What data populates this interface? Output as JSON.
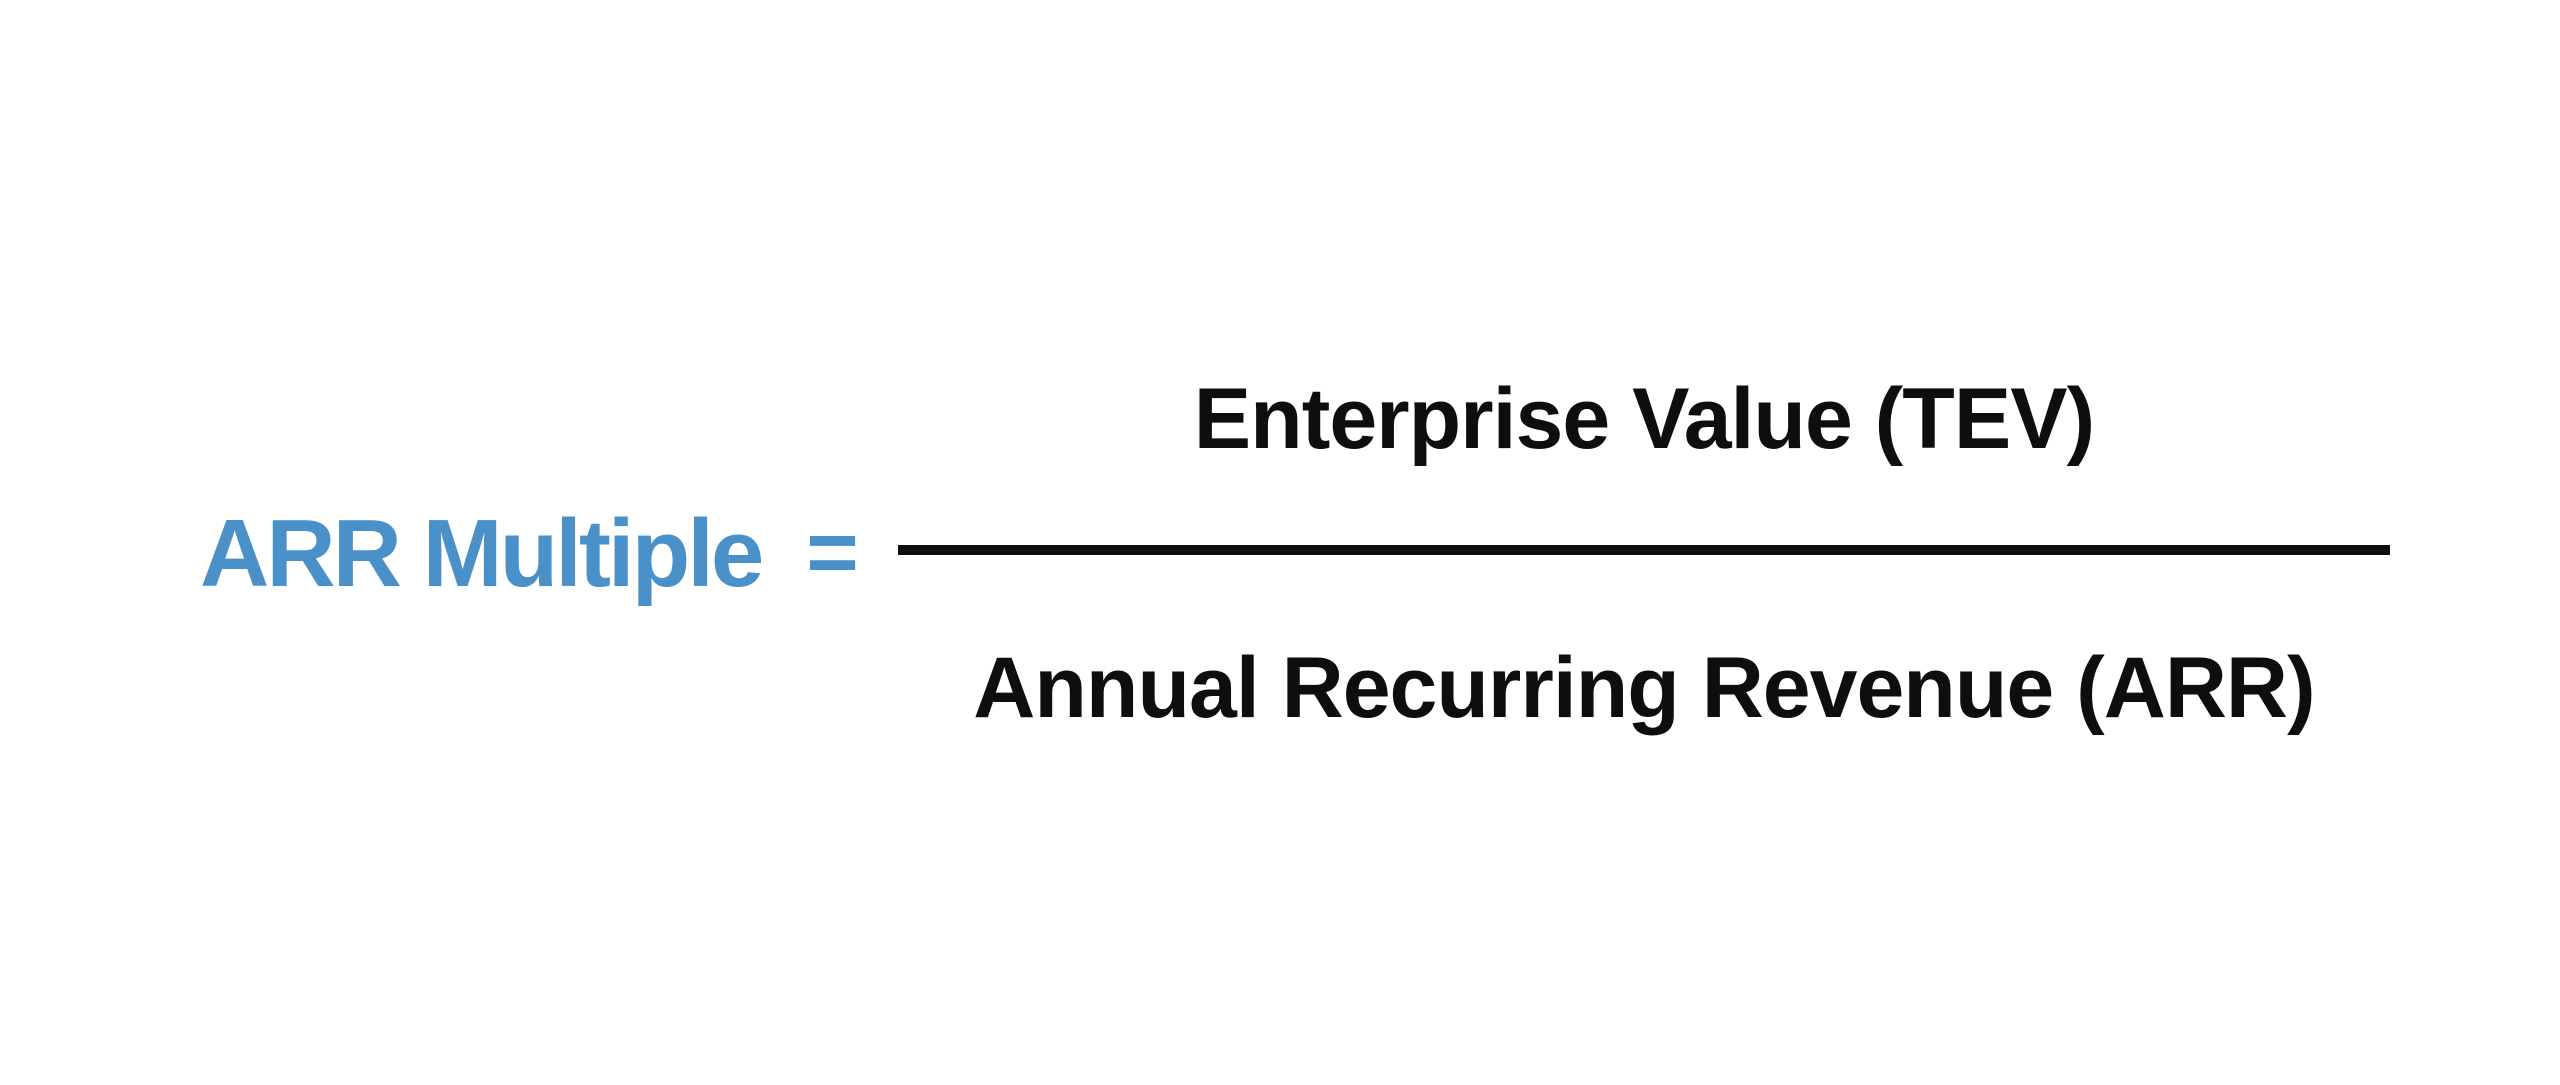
{
  "formula": {
    "lhs": "ARR Multiple",
    "equals_sign": "=",
    "numerator": "Enterprise Value (TEV)",
    "denominator": "Annual Recurring Revenue (ARR)"
  },
  "colors": {
    "accent_blue": "#4A90C9",
    "text_black": "#0E0E0E",
    "background": "#FFFFFF"
  }
}
